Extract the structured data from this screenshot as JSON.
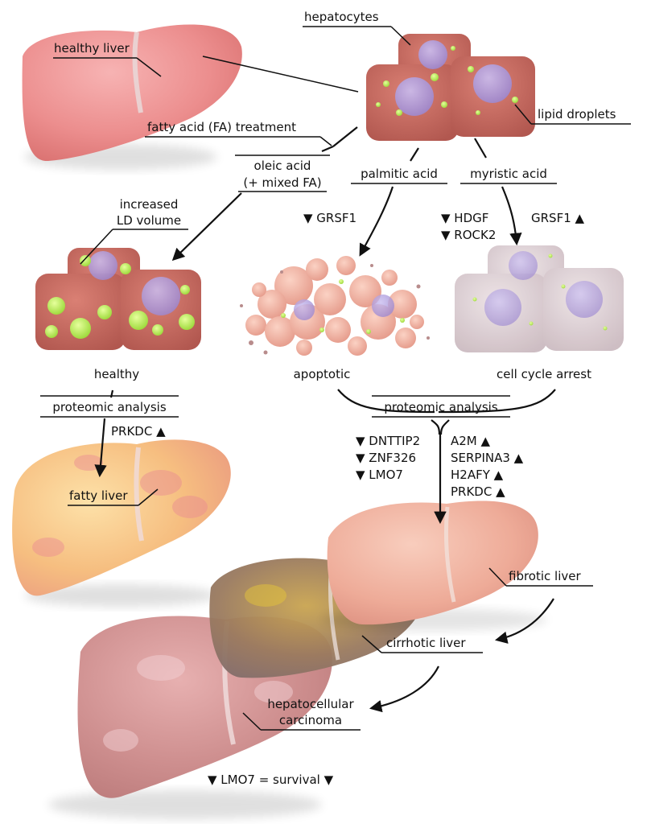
{
  "labels": {
    "healthy_liver": "healthy liver",
    "hepatocytes": "hepatocytes",
    "lipid_droplets": "lipid droplets",
    "fa_treatment": "fatty acid (FA) treatment",
    "oleic_line1": "oleic acid",
    "oleic_line2": "(+ mixed FA)",
    "palmitic_acid": "palmitic acid",
    "myristic_acid": "myristic acid",
    "increased_line1": "increased",
    "increased_line2": "LD volume",
    "state_healthy": "healthy",
    "state_apoptotic": "apoptotic",
    "state_arrest": "cell cycle arrest",
    "proteomic_left": "proteomic analysis",
    "proteomic_right": "proteomic analysis",
    "fatty_liver": "fatty liver",
    "fibrotic_liver": "fibrotic liver",
    "cirrhotic_liver": "cirrhotic liver",
    "hcc_line1": "hepatocellular",
    "hcc_line2": "carcinoma",
    "survival": "▼ LMO7 = survival ▼"
  },
  "markers": {
    "palmitic": [
      "▼ GRSF1"
    ],
    "myristic_down": [
      "▼ HDGF",
      "▼ ROCK2"
    ],
    "myristic_up": [
      "GRSF1 ▲"
    ],
    "healthy_up": [
      "PRKDC ▲"
    ],
    "combined_down": [
      "▼ DNTTIP2",
      "▼ ZNF326",
      "▼ LMO7"
    ],
    "combined_up": [
      "A2M ▲",
      "SERPINA3 ▲",
      "H2AFY ▲",
      "PRKDC ▲"
    ]
  },
  "colors": {
    "liver_healthy": "#ee8e8e",
    "liver_fatty": "#f4b87c",
    "liver_fibrotic": "#eeaa98",
    "liver_cirrhotic": "#9a7a5a",
    "liver_hcc": "#c98c8c",
    "cell_body": "#c7655c",
    "nucleus": "#a995d6",
    "lipid_droplet": "#b6ee4a",
    "arrest_cell": "#ddd0d4"
  }
}
